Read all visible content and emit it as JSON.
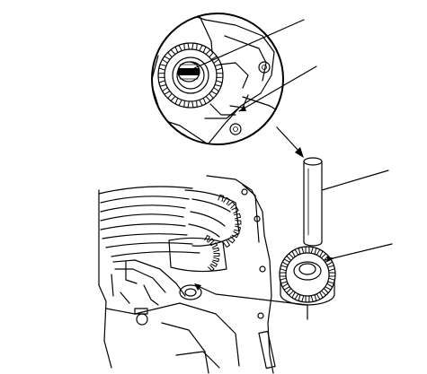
{
  "figure": {
    "detail_callout": {
      "shape": "circle"
    },
    "tool": {
      "name": "driver-tool"
    },
    "components": [
      "parking-gear",
      "shaft",
      "transmission-housing",
      "gear-cluster",
      "shift-fork"
    ],
    "leader_count": 5
  }
}
